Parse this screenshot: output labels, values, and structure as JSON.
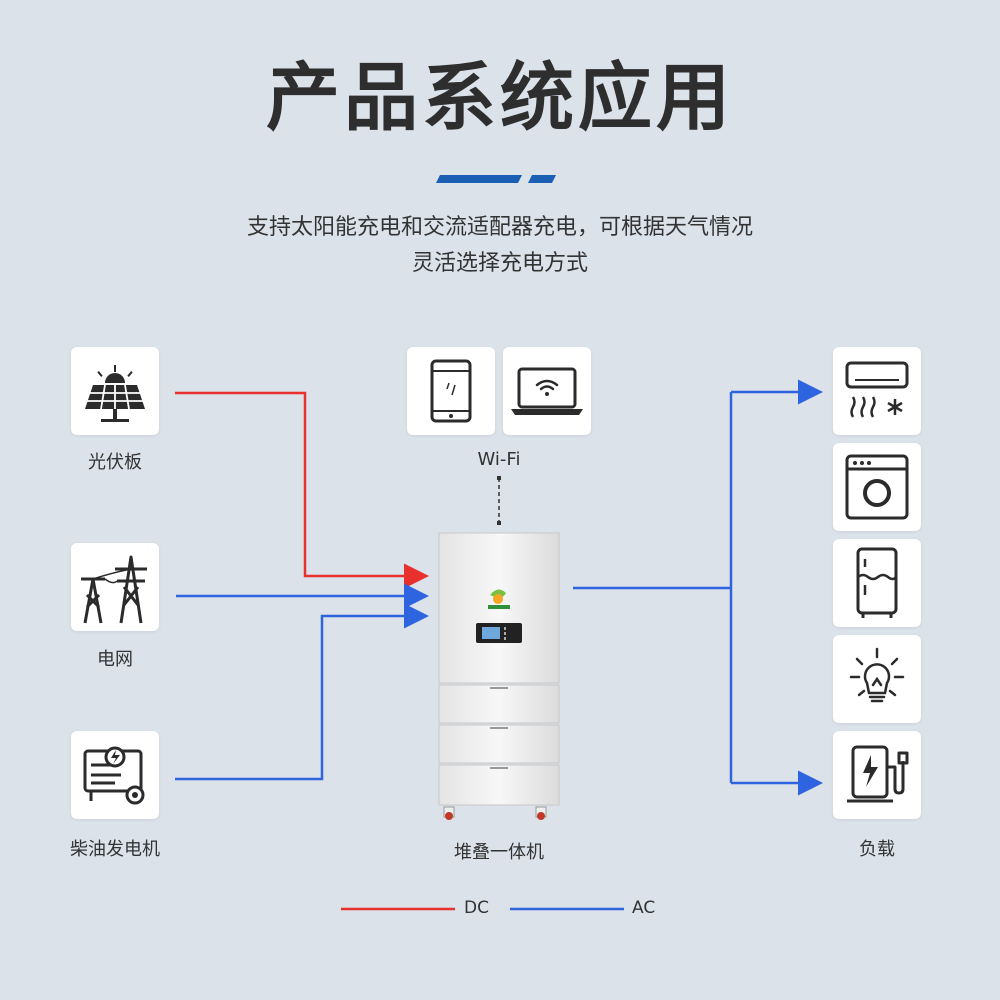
{
  "title": "产品系统应用",
  "subtitle": {
    "line1": "支持太阳能充电和交流适配器充电，可根据天气情况",
    "line2": "灵活选择充电方式"
  },
  "sources": [
    {
      "label": "光伏板",
      "icon": "solar-panel-icon"
    },
    {
      "label": "电网",
      "icon": "power-tower-icon"
    },
    {
      "label": "柴油发电机",
      "icon": "diesel-generator-icon"
    }
  ],
  "wifi": {
    "label": "Wi-Fi",
    "devices": [
      {
        "icon": "smartphone-icon"
      },
      {
        "icon": "laptop-wifi-icon"
      }
    ]
  },
  "center": {
    "label": "堆叠一体机",
    "icon": "stacked-battery-unit"
  },
  "load": {
    "label": "负载",
    "devices": [
      {
        "icon": "air-conditioner-icon"
      },
      {
        "icon": "washing-machine-icon"
      },
      {
        "icon": "refrigerator-icon"
      },
      {
        "icon": "light-bulb-icon"
      },
      {
        "icon": "ev-charger-icon"
      }
    ]
  },
  "legend": {
    "dc": {
      "label": "DC",
      "color": "#e8312f"
    },
    "ac": {
      "label": "AC",
      "color": "#2f64e0"
    }
  },
  "colors": {
    "accent_blue": "#1a5fb4",
    "background": "#dbe2e9"
  }
}
